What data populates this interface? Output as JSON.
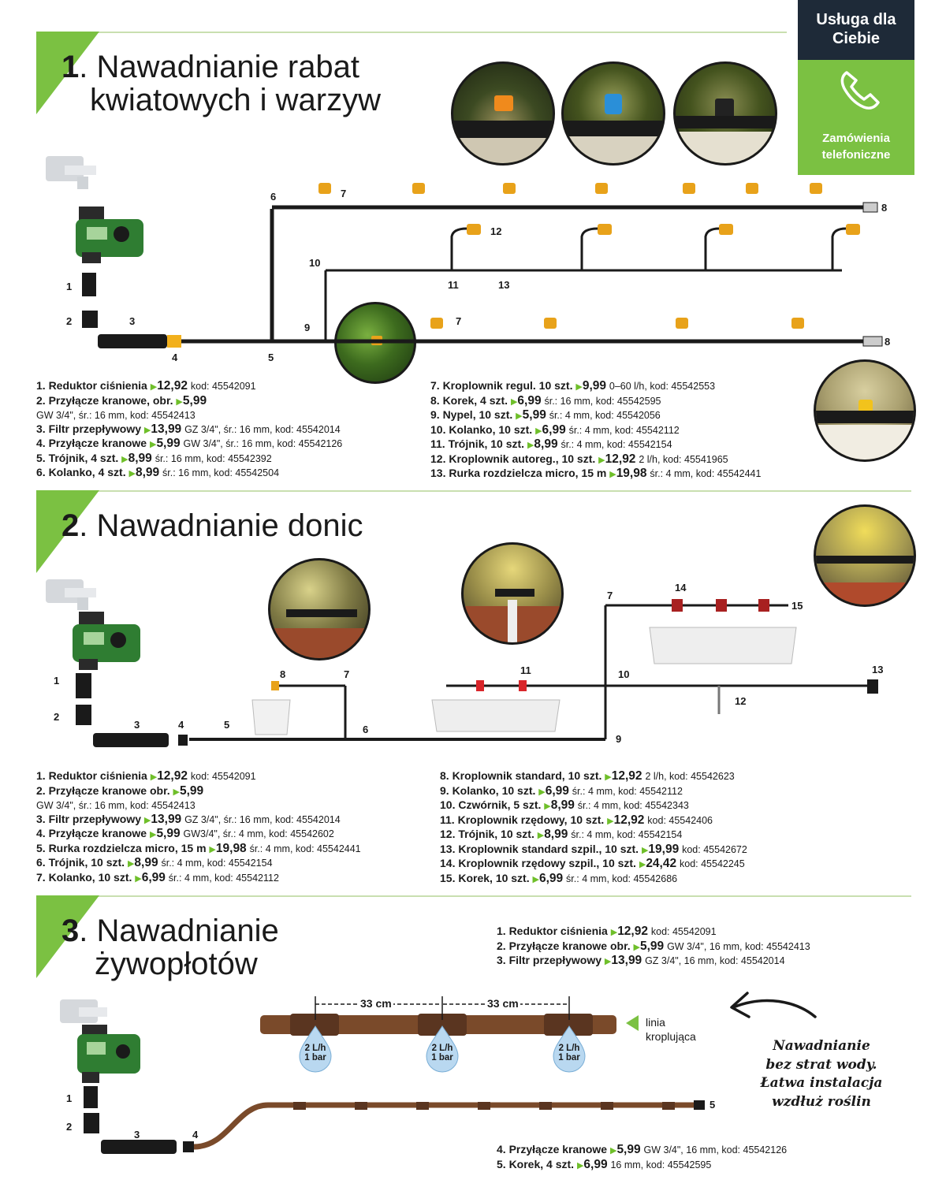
{
  "service": {
    "title": "Usługa dla Ciebie",
    "subtitle": "Zamówienia telefoniczne",
    "icon": "phone-icon"
  },
  "colors": {
    "accent": "#7bc142",
    "dark": "#1e2a38",
    "drip": "#e8a21a"
  },
  "section1": {
    "number": "1",
    "title_line1": "Nawadnianie rabat",
    "title_line2": "kwiatowych i warzyw",
    "diagram_labels": [
      "1",
      "2",
      "3",
      "4",
      "5",
      "6",
      "7",
      "8",
      "9",
      "10",
      "11",
      "12",
      "13",
      "7",
      "8"
    ],
    "items_left": [
      {
        "name": "1. Reduktor ciśnienia",
        "price": "12,92",
        "details": "kod: 45542091"
      },
      {
        "name": "2. Przyłącze kranowe, obr.",
        "price": "5,99",
        "details": ""
      },
      {
        "name": "",
        "price": "",
        "details": "GW 3/4\", śr.: 16 mm, kod: 45542413"
      },
      {
        "name": "3. Filtr przepływowy",
        "price": "13,99",
        "details": "GZ 3/4\", śr.: 16 mm, kod: 45542014"
      },
      {
        "name": "4. Przyłącze kranowe",
        "price": "5,99",
        "details": "GW 3/4\", śr.: 16 mm, kod: 45542126"
      },
      {
        "name": "5. Trójnik, 4 szt.",
        "price": "8,99",
        "details": "śr.: 16 mm, kod: 45542392"
      },
      {
        "name": "6. Kolanko, 4 szt.",
        "price": "8,99",
        "details": "śr.: 16 mm, kod: 45542504"
      }
    ],
    "items_right": [
      {
        "name": "7. Kroplownik regul. 10 szt.",
        "price": "9,99",
        "details": "0–60 l/h, kod: 45542553"
      },
      {
        "name": "8. Korek, 4  szt.",
        "price": "6,99",
        "details": "śr.: 16 mm, kod: 45542595"
      },
      {
        "name": "9. Nypel, 10 szt.",
        "price": "5,99",
        "details": "śr.: 4 mm, kod: 45542056"
      },
      {
        "name": "10. Kolanko, 10 szt.",
        "price": "6,99",
        "details": "śr.: 4 mm, kod: 45542112"
      },
      {
        "name": "11. Trójnik, 10 szt.",
        "price": "8,99",
        "details": "śr.: 4 mm, kod: 45542154"
      },
      {
        "name": "12. Kroplownik autoreg., 10 szt.",
        "price": "12,92",
        "details": "2 l/h, kod: 45541965"
      },
      {
        "name": "13. Rurka rozdzielcza micro, 15 m",
        "price": "19,98",
        "details": "śr.: 4 mm, kod: 45542441"
      }
    ]
  },
  "section2": {
    "number": "2",
    "title": "Nawadnianie donic",
    "diagram_labels": [
      "1",
      "2",
      "3",
      "4",
      "5",
      "6",
      "7",
      "8",
      "7",
      "9",
      "10",
      "11",
      "12",
      "13",
      "14",
      "15"
    ],
    "items_left": [
      {
        "name": "1. Reduktor ciśnienia",
        "price": "12,92",
        "details": "kod: 45542091"
      },
      {
        "name": "2. Przyłącze kranowe obr.",
        "price": "5,99",
        "details": ""
      },
      {
        "name": "",
        "price": "",
        "details": "GW 3/4\", śr.: 16 mm, kod: 45542413"
      },
      {
        "name": "3. Filtr przepływowy",
        "price": "13,99",
        "details": "GZ 3/4\", śr.: 16 mm, kod: 45542014"
      },
      {
        "name": "4. Przyłącze kranowe",
        "price": "5,99",
        "details": "GW3/4\", śr.: 4 mm, kod: 45542602"
      },
      {
        "name": "5. Rurka rozdzielcza micro, 15 m",
        "price": "19,98",
        "details": "śr.: 4 mm, kod: 45542441"
      },
      {
        "name": "6. Trójnik, 10 szt.",
        "price": "8,99",
        "details": "śr.: 4 mm, kod: 45542154"
      },
      {
        "name": "7. Kolanko, 10 szt.",
        "price": "6,99",
        "details": "śr.: 4 mm, kod: 45542112"
      }
    ],
    "items_right": [
      {
        "name": "8. Kroplownik standard, 10 szt.",
        "price": "12,92",
        "details": "2 l/h, kod: 45542623"
      },
      {
        "name": "9. Kolanko, 10 szt.",
        "price": "6,99",
        "details": "śr.: 4 mm, kod: 45542112"
      },
      {
        "name": "10. Czwórnik, 5 szt.",
        "price": "8,99",
        "details": "śr.: 4 mm, kod: 45542343"
      },
      {
        "name": "11. Kroplownik rzędowy, 10 szt.",
        "price": "12,92",
        "details": "kod: 45542406"
      },
      {
        "name": "12. Trójnik, 10 szt.",
        "price": "8,99",
        "details": "śr.: 4 mm, kod: 45542154"
      },
      {
        "name": "13. Kroplownik standard szpil., 10 szt.",
        "price": "19,99",
        "details": "kod: 45542672"
      },
      {
        "name": "14. Kroplownik rzędowy szpil., 10 szt.",
        "price": "24,42",
        "details": "kod: 45542245"
      },
      {
        "name": "15. Korek, 10 szt.",
        "price": "6,99",
        "details": "śr.: 4 mm, kod: 45542686"
      }
    ]
  },
  "section3": {
    "number": "3",
    "title_line1": "Nawadnianie",
    "title_line2": "żywopłotów",
    "diagram_labels": [
      "1",
      "2",
      "3",
      "4",
      "5"
    ],
    "items_top": [
      {
        "name": "1. Reduktor ciśnienia",
        "price": "12,92",
        "details": "kod: 45542091"
      },
      {
        "name": "2. Przyłącze kranowe obr.",
        "price": "5,99",
        "details": "GW 3/4\", 16 mm, kod: 45542413"
      },
      {
        "name": "3. Filtr przepływowy",
        "price": "13,99",
        "details": "GZ 3/4\", 16 mm, kod: 45542014"
      }
    ],
    "items_bottom": [
      {
        "name": "4. Przyłącze kranowe",
        "price": "5,99",
        "details": "GW 3/4\", 16 mm, kod: 45542126"
      },
      {
        "name": "5. Korek, 4 szt.",
        "price": "6,99",
        "details": "16 mm, kod: 45542595"
      }
    ],
    "spacing": [
      "33 cm",
      "33 cm"
    ],
    "drip_rate": [
      "2 L/h",
      "2 L/h",
      "2 L/h"
    ],
    "drip_pressure": [
      "1 bar",
      "1 bar",
      "1 bar"
    ],
    "line_label_1": "linia",
    "line_label_2": "kroplująca",
    "note_line1": "Nawadnianie",
    "note_line2": "bez strat wody.",
    "note_line3": "Łatwa instalacja",
    "note_line4": "wzdłuż roślin"
  }
}
